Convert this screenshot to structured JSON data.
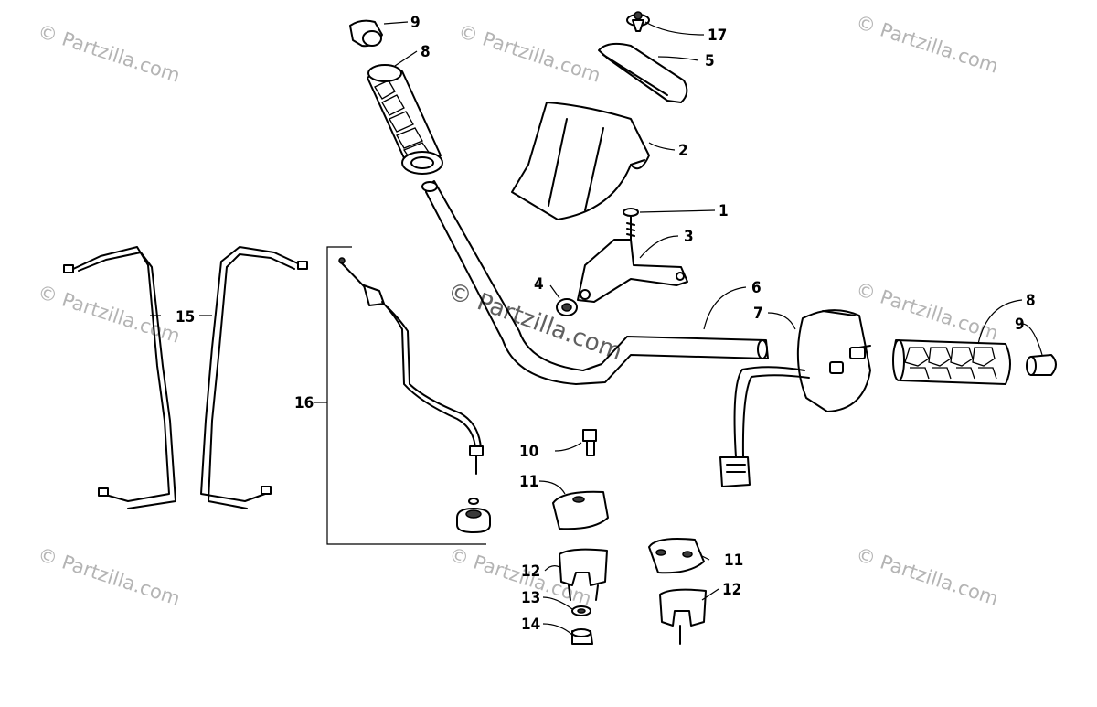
{
  "watermark": {
    "small": "© Partzilla.com",
    "big": "© Partzilla.com"
  },
  "callouts": {
    "c1": "1",
    "c2": "2",
    "c3": "3",
    "c4": "4",
    "c5": "5",
    "c6": "6",
    "c7": "7",
    "c8a": "8",
    "c8b": "8",
    "c9a": "9",
    "c9b": "9",
    "c10": "10",
    "c11a": "11",
    "c11b": "11",
    "c12a": "12",
    "c12b": "12",
    "c13": "13",
    "c14": "14",
    "c15": "15",
    "c16": "16",
    "c17": "17"
  }
}
